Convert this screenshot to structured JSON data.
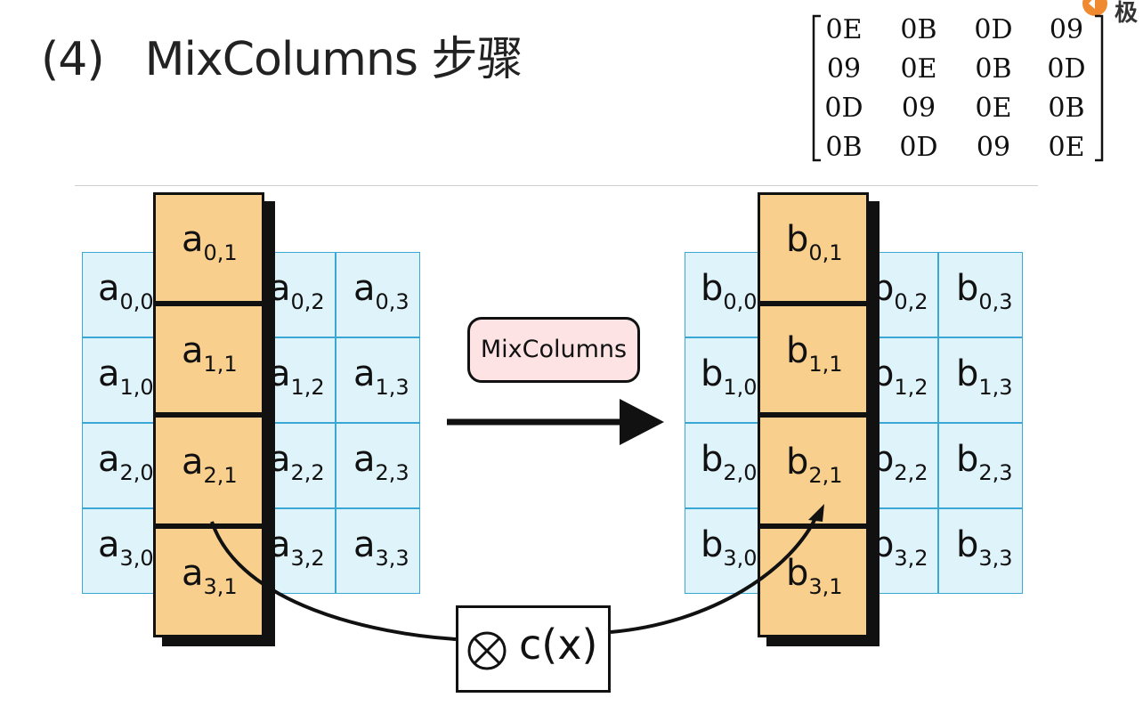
{
  "title": {
    "number": "(4)",
    "text": "MixColumns 步骤"
  },
  "matrix": {
    "rows": [
      [
        "0E",
        "0B",
        "0D",
        "09"
      ],
      [
        "09",
        "0E",
        "0B",
        "0D"
      ],
      [
        "0D",
        "09",
        "0E",
        "0B"
      ],
      [
        "0B",
        "0D",
        "09",
        "0E"
      ]
    ]
  },
  "logo": {
    "text": "极"
  },
  "diagram": {
    "input": {
      "grid": [
        {
          "base": "a",
          "sub": "0,0"
        },
        {
          "base": "a",
          "sub": "0,2"
        },
        {
          "base": "a",
          "sub": "0,3"
        },
        {
          "base": "a",
          "sub": "1,0"
        },
        {
          "base": "a",
          "sub": "1,2"
        },
        {
          "base": "a",
          "sub": "1,3"
        },
        {
          "base": "a",
          "sub": "2,0"
        },
        {
          "base": "a",
          "sub": "2,2"
        },
        {
          "base": "a",
          "sub": "2,3"
        },
        {
          "base": "a",
          "sub": "3,0"
        },
        {
          "base": "a",
          "sub": "3,2"
        },
        {
          "base": "a",
          "sub": "3,3"
        }
      ],
      "column": [
        {
          "base": "a",
          "sub": "0,1"
        },
        {
          "base": "a",
          "sub": "1,1"
        },
        {
          "base": "a",
          "sub": "2,1"
        },
        {
          "base": "a",
          "sub": "3,1"
        }
      ]
    },
    "output": {
      "grid": [
        {
          "base": "b",
          "sub": "0,0"
        },
        {
          "base": "b",
          "sub": "0,2"
        },
        {
          "base": "b",
          "sub": "0,3"
        },
        {
          "base": "b",
          "sub": "1,0"
        },
        {
          "base": "b",
          "sub": "1,2"
        },
        {
          "base": "b",
          "sub": "1,3"
        },
        {
          "base": "b",
          "sub": "2,0"
        },
        {
          "base": "b",
          "sub": "2,2"
        },
        {
          "base": "b",
          "sub": "2,3"
        },
        {
          "base": "b",
          "sub": "3,0"
        },
        {
          "base": "b",
          "sub": "3,2"
        },
        {
          "base": "b",
          "sub": "3,3"
        }
      ],
      "column": [
        {
          "base": "b",
          "sub": "0,1"
        },
        {
          "base": "b",
          "sub": "1,1"
        },
        {
          "base": "b",
          "sub": "2,1"
        },
        {
          "base": "b",
          "sub": "3,1"
        }
      ]
    },
    "operation_label": "MixColumns",
    "transform_label": "c(x)",
    "transform_symbol": "circle-times-icon",
    "colors": {
      "grid_fill": "#dff3fa",
      "grid_border": "#3aa7d4",
      "column_fill": "#f9cf8d",
      "label_fill": "#fde3e3"
    }
  }
}
